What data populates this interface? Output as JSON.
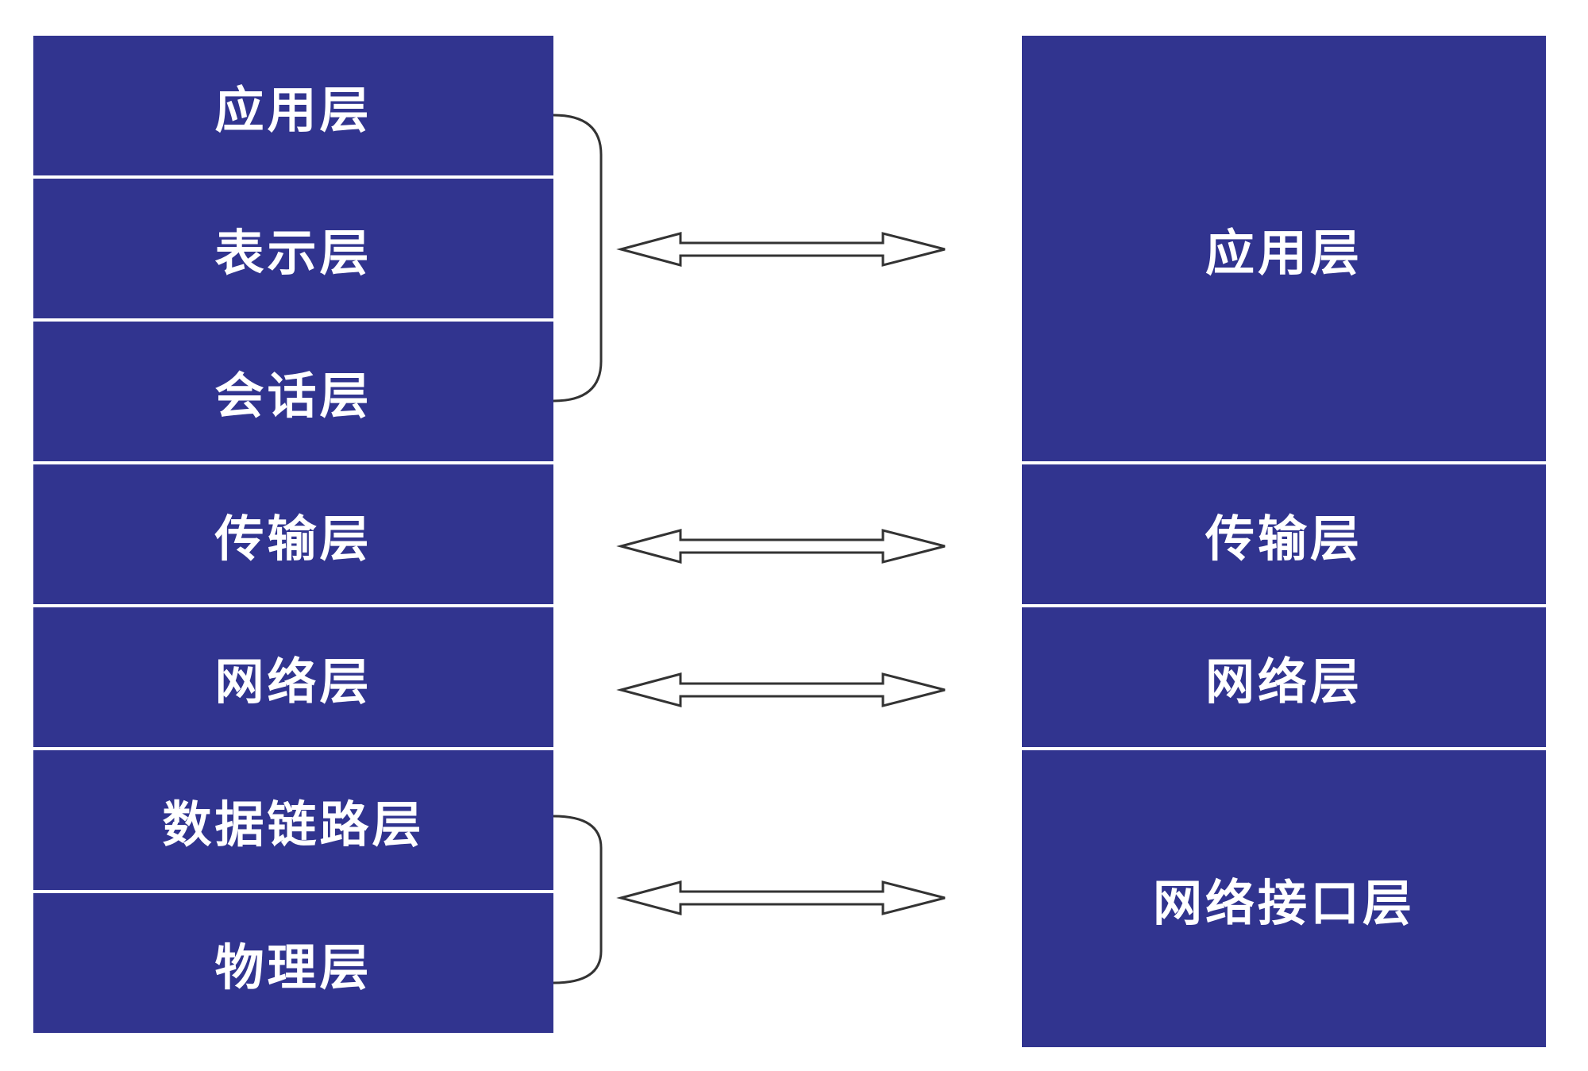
{
  "osi_model": {
    "layers": [
      {
        "label": "应用层"
      },
      {
        "label": "表示层"
      },
      {
        "label": "会话层"
      },
      {
        "label": "传输层"
      },
      {
        "label": "网络层"
      },
      {
        "label": "数据链路层"
      },
      {
        "label": "物理层"
      }
    ]
  },
  "tcpip_model": {
    "layers": [
      {
        "label": "应用层",
        "spans_osi_layers": 3
      },
      {
        "label": "传输层",
        "spans_osi_layers": 1
      },
      {
        "label": "网络层",
        "spans_osi_layers": 1
      },
      {
        "label": "网络接口层",
        "spans_osi_layers": 2
      }
    ]
  },
  "mappings": [
    {
      "osi": [
        "应用层",
        "表示层",
        "会话层"
      ],
      "tcpip": "应用层"
    },
    {
      "osi": [
        "传输层"
      ],
      "tcpip": "传输层"
    },
    {
      "osi": [
        "网络层"
      ],
      "tcpip": "网络层"
    },
    {
      "osi": [
        "数据链路层",
        "物理层"
      ],
      "tcpip": "网络接口层"
    }
  ],
  "colors": {
    "layer_fill": "#31348f",
    "layer_text": "#ffffff",
    "divider": "#ffffff",
    "connector_stroke": "#333333"
  }
}
